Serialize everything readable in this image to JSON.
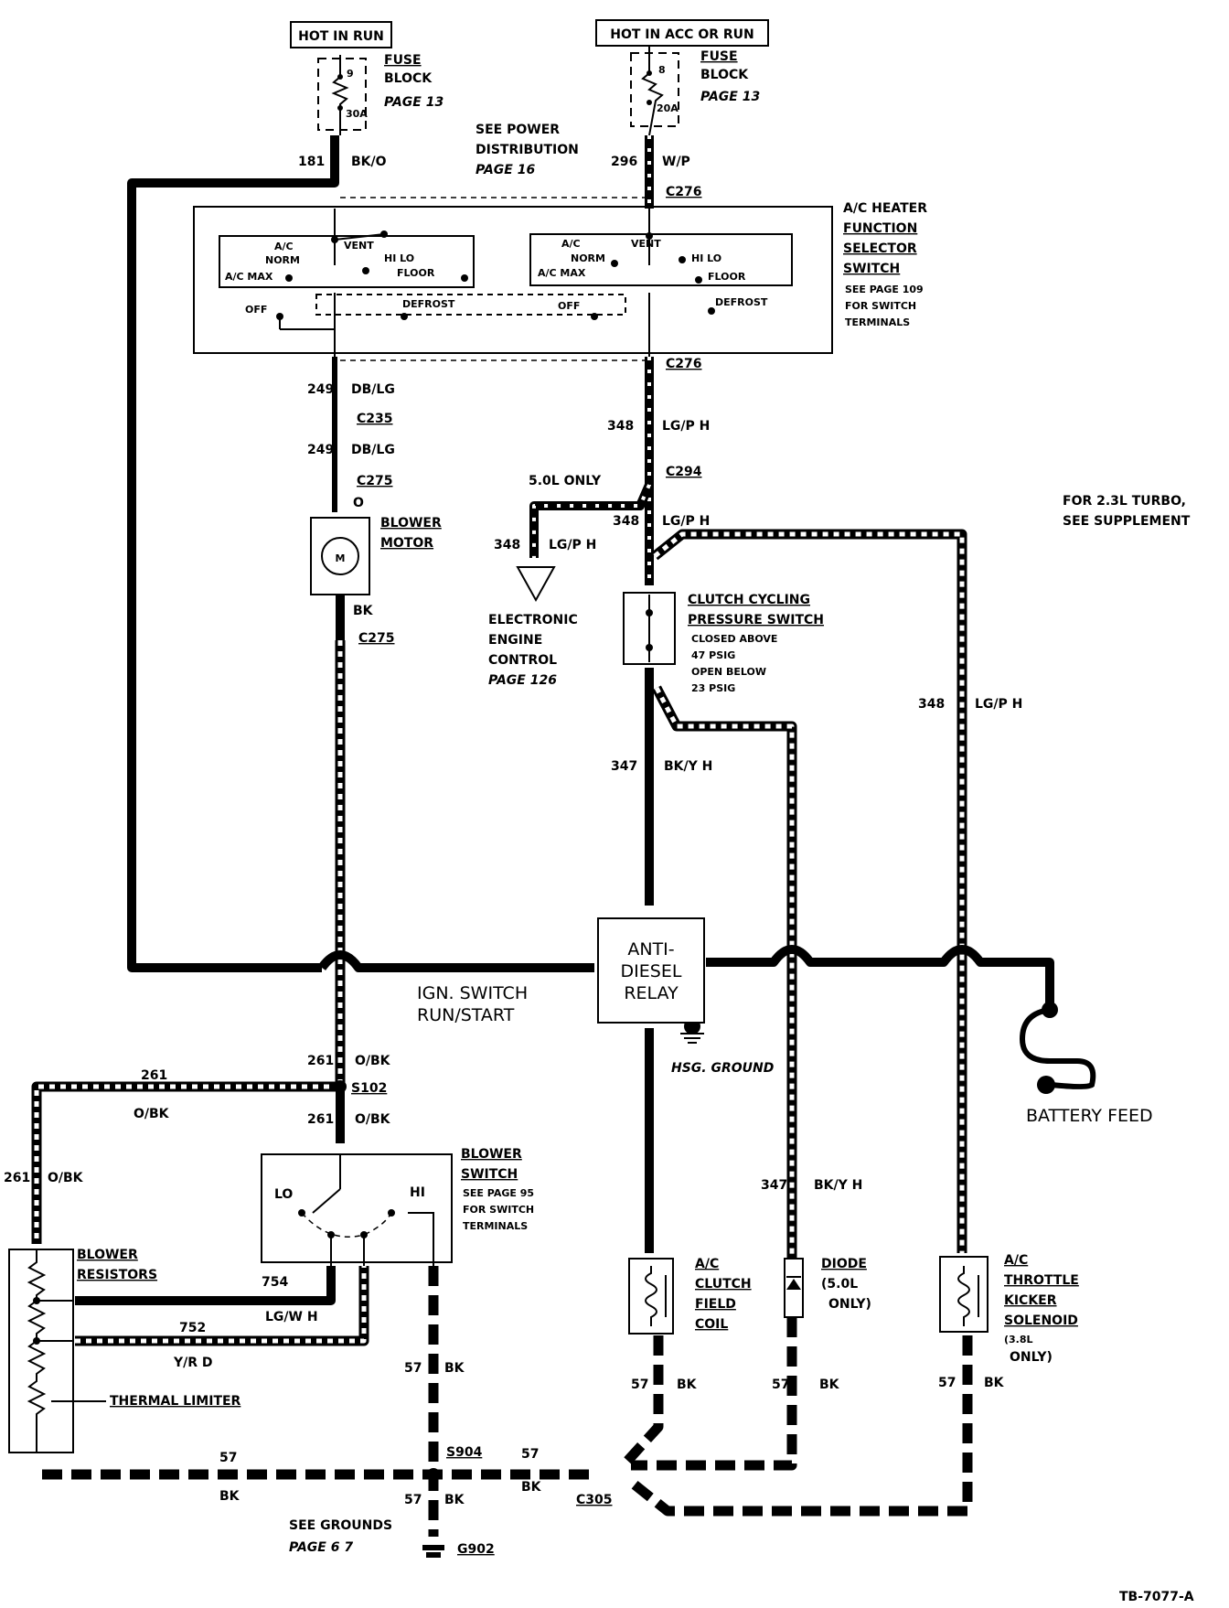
{
  "header": {
    "hot_run": "HOT IN RUN",
    "hot_acc": "HOT IN ACC OR RUN"
  },
  "fuse_left": {
    "num": "9",
    "amp": "30A",
    "label1": "FUSE",
    "label2": "BLOCK",
    "page": "PAGE 13"
  },
  "fuse_right": {
    "num": "8",
    "amp": "20A",
    "label1": "FUSE",
    "label2": "BLOCK",
    "page": "PAGE 13"
  },
  "power_dist": {
    "l1": "SEE POWER",
    "l2": "DISTRIBUTION",
    "l3": "PAGE 16"
  },
  "wires": {
    "w181": "181",
    "c181": "BK/O",
    "w296": "296",
    "c296": "W/P",
    "w249": "249",
    "c249": "DB/LG",
    "w348": "348",
    "c348": "LG/P H",
    "c348b": "LG/P H",
    "w347": "347",
    "c347": "BK/Y H",
    "w261": "261",
    "c261": "O/BK",
    "w754": "754",
    "c754": "LG/W H",
    "w752": "752",
    "c752": "Y/R D",
    "w57": "57",
    "c57": "BK",
    "orange": "O",
    "black": "BK"
  },
  "connectors": {
    "c276": "C276",
    "c235": "C235",
    "c275": "C275",
    "c294": "C294",
    "s102": "S102",
    "s904": "S904",
    "c305": "C305",
    "g902": "G902"
  },
  "selector": {
    "title": [
      "A/C HEATER",
      "FUNCTION",
      "SELECTOR",
      "SWITCH"
    ],
    "note": [
      "SEE PAGE 109",
      "FOR SWITCH",
      "TERMINALS"
    ],
    "ac_norm": [
      "A/C",
      "NORM"
    ],
    "ac_max": "A/C MAX",
    "vent": "VENT",
    "hilo": "HI LO",
    "floor": "FLOOR",
    "off": "OFF",
    "defrost": "DEFROST"
  },
  "blower_motor": [
    "BLOWER",
    "MOTOR"
  ],
  "eec": {
    "only": "5.0L ONLY",
    "lines": [
      "ELECTRONIC",
      "ENGINE",
      "CONTROL"
    ],
    "page": "PAGE 126"
  },
  "turbo_note": [
    "FOR 2.3L TURBO,",
    "SEE SUPPLEMENT"
  ],
  "ccps": {
    "title": [
      "CLUTCH CYCLING",
      "PRESSURE SWITCH"
    ],
    "notes": [
      "CLOSED ABOVE",
      "47 PSIG",
      "OPEN BELOW",
      "23 PSIG"
    ]
  },
  "relay": [
    "ANTI-",
    "DIESEL",
    "RELAY"
  ],
  "hsg_ground": "HSG. GROUND",
  "ign": [
    "IGN. SWITCH",
    "RUN/START"
  ],
  "battery": "BATTERY FEED",
  "blower_switch": {
    "title": [
      "BLOWER",
      "SWITCH"
    ],
    "note": [
      "SEE PAGE 95",
      "FOR SWITCH",
      "TERMINALS"
    ],
    "lo": "LO",
    "hi": "HI"
  },
  "resistors": {
    "title": [
      "BLOWER",
      "RESISTORS"
    ],
    "thermal": "THERMAL LIMITER"
  },
  "clutch_coil": [
    "A/C",
    "CLUTCH",
    "FIELD",
    "COIL"
  ],
  "diode": [
    "DIODE",
    "(5.0L",
    "ONLY)"
  ],
  "kicker": [
    "A/C",
    "THROTTLE",
    "KICKER",
    "SOLENOID",
    "(3.8L",
    "ONLY)"
  ],
  "grounds": {
    "l1": "SEE GROUNDS",
    "l2": "PAGE 6  7"
  },
  "figure_id": "TB-7077-A"
}
